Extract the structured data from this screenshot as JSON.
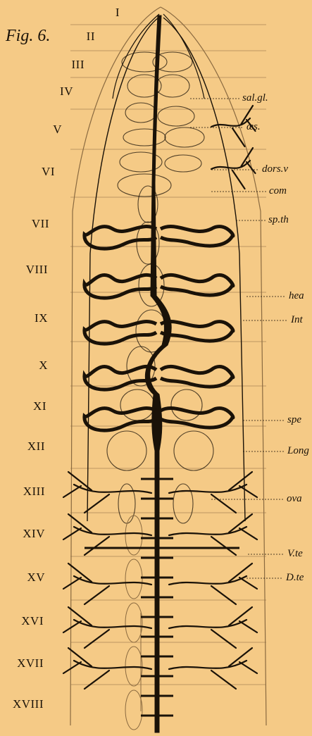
{
  "figure": {
    "label": "Fig. 6.",
    "segments": [
      "I",
      "II",
      "III",
      "IV",
      "V",
      "VI",
      "VII",
      "VIII",
      "IX",
      "X",
      "XI",
      "XII",
      "XIII",
      "XIV",
      "XV",
      "XVI",
      "XVII",
      "XVIII"
    ],
    "annotations": [
      "sal.gl.",
      "œs.",
      "dors.v",
      "com",
      "sp.th",
      "hea",
      "Int",
      "spe",
      "Long",
      "ova",
      "V.te",
      "D.te"
    ]
  },
  "colors": {
    "paper": "#f5ca86",
    "ink": "#1a1208",
    "faint": "#8a6a40"
  }
}
